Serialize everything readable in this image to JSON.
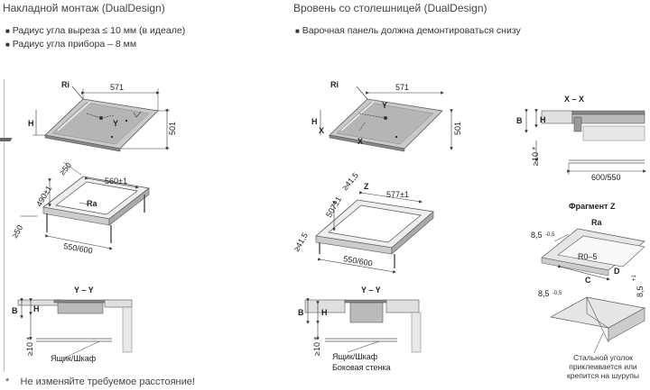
{
  "headings": {
    "left": "Накладной монтаж (DualDesign)",
    "right": "Вровень со столешницей (DualDesign)"
  },
  "left_bullets": [
    "Радиус угла выреза ≤ 10 мм (в идеале)",
    "Радиус угла прибора – 8 мм"
  ],
  "right_bullets": [
    "Варочная панель должна демонтироваться снизу"
  ],
  "bullet_symbol": "■",
  "footnote": {
    "marker": "*",
    "text": "Не изменяйте требуемое расстояние!"
  },
  "left_drawings": {
    "hob": {
      "radius": "Ri",
      "width": "571",
      "depth": "501",
      "height": "H",
      "section": "Y"
    },
    "cutout": {
      "top_margin": "≥50",
      "depth": "490±1",
      "width": "560±1",
      "side_margin": "≥50",
      "bottom_width": "550/600",
      "corner": "Ra"
    },
    "section": {
      "title": "Y – Y",
      "b": "B",
      "h": "H",
      "gap": "≥10 *",
      "caption": "Ящик/Шкаф"
    }
  },
  "right_drawings": {
    "hob": {
      "radius": "Ri",
      "width": "571",
      "depth": "501",
      "height": "H",
      "section_y": "Y",
      "section_x": "X"
    },
    "cutout": {
      "top_margin": "≥41,5",
      "depth": "507±1",
      "width": "577±1",
      "zone": "Z",
      "side_margin": "≥41,5",
      "bottom_width": "550/600"
    },
    "section": {
      "title": "Y – Y",
      "b": "B",
      "h": "H",
      "gap": "≥10 *",
      "caption1": "Ящик/Шкаф",
      "caption2": "Боковая стенка"
    }
  },
  "xx_section": {
    "title": "X – X",
    "b": "B",
    "h": "H",
    "gap": "≥10 *",
    "width": "600/550"
  },
  "fragment": {
    "title": "Фрагмент Z",
    "corner": "Ra",
    "dim_top": "8,5",
    "tol_top": "-0,5",
    "radius": "R0–5",
    "c": "C",
    "d": "D",
    "side": "8,5",
    "side_tol": "+1",
    "dim_bottom": "8,5",
    "tol_bottom": "-0,5",
    "caption": "Стальной уголок приклеивается или крепится на шурупы"
  },
  "colors": {
    "text": "#333333",
    "steel": "#bfbfbf",
    "glass": "#8c8c8c",
    "wood": "#e6e6e6"
  }
}
